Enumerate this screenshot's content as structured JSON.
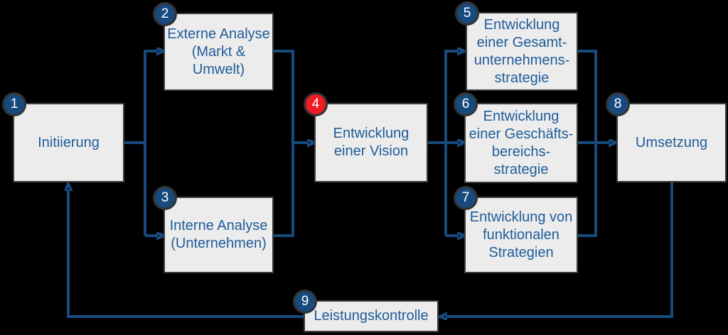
{
  "diagram": {
    "background_color": "#000000",
    "colors": {
      "box_fill": "#ececec",
      "box_border": "#3d3d3d",
      "label_text": "#1f5c99",
      "connector": "#174a7d",
      "badge_fill": "#174a7d",
      "badge_highlight_fill": "#ed1b24",
      "badge_ring": "#333333",
      "badge_number_text": "#ffffff"
    },
    "steps": [
      {
        "number": "1",
        "label": "Initiierung"
      },
      {
        "number": "2",
        "label": "Externe Analyse\n(Markt &\nUmwelt)"
      },
      {
        "number": "3",
        "label": "Interne Analyse\n(Unternehmen)"
      },
      {
        "number": "4",
        "label": "Entwicklung\neiner Vision",
        "highlighted": true
      },
      {
        "number": "5",
        "label": "Entwicklung\neiner Gesamt-\nunternehmens-\nstrategie"
      },
      {
        "number": "6",
        "label": "Entwicklung\neiner Geschäfts-\nbereichs-\nstrategie"
      },
      {
        "number": "7",
        "label": "Entwicklung von\nfunktionalen\nStrategien"
      },
      {
        "number": "8",
        "label": "Umsetzung"
      },
      {
        "number": "9",
        "label": "Leistungskontrolle"
      }
    ]
  }
}
